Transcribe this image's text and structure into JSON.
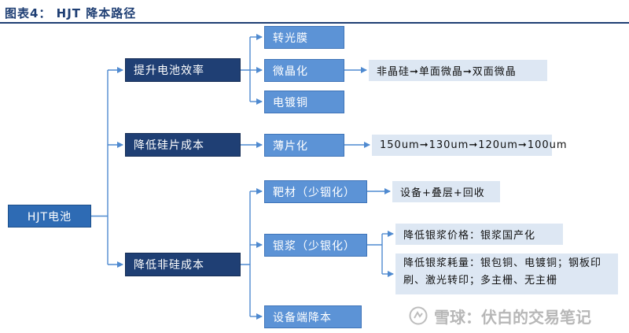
{
  "title": "图表4： HJT 降本路径",
  "root": "HJT电池",
  "branches": [
    {
      "label": "提升电池效率",
      "children": [
        {
          "label": "转光膜"
        },
        {
          "label": "微晶化",
          "note": "非晶硅➞单面微晶➞双面微晶"
        },
        {
          "label": "电镀铜"
        }
      ]
    },
    {
      "label": "降低硅片成本",
      "children": [
        {
          "label": "薄片化",
          "note": "150um➞130um➞120um➞100um"
        }
      ]
    },
    {
      "label": "降低非硅成本",
      "children": [
        {
          "label": "靶材（少铟化）",
          "note": "设备+叠层+回收"
        },
        {
          "label": "银浆（少银化）",
          "notes": [
            "降低银浆价格：银浆国产化",
            "降低银浆耗量：银包铜、电镀铜；钢板印刷、激光转印；多主栅、无主栅"
          ]
        },
        {
          "label": "设备端降本"
        }
      ]
    }
  ],
  "watermark": "雪球：伏白的交易笔记",
  "colors": {
    "title": "#1f3f74",
    "level1_fill": "#1f3f74",
    "level2_fill": "#5c93d6",
    "root_fill": "#2e6bb4",
    "note_fill": "#dde7f3",
    "connector": "#4f8ad0"
  }
}
